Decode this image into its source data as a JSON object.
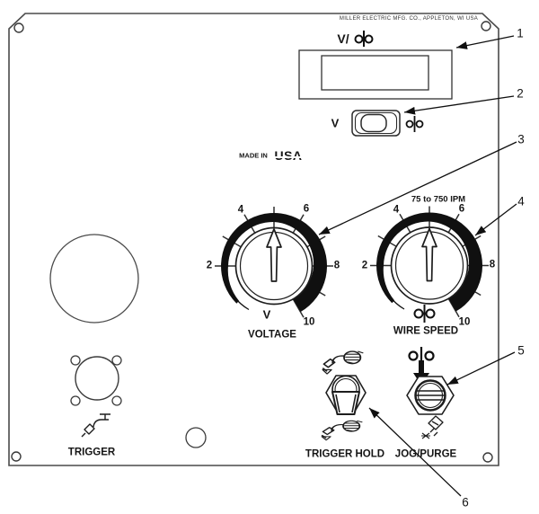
{
  "panel": {
    "brand_text": "MILLER ELECTRIC MFG. CO.,  APPLETON, WI  USA",
    "made_in": "MADE IN",
    "made_in_country": "USA"
  },
  "display": {
    "prefix": "V/",
    "symbol_icon": "wire-feed"
  },
  "selector_switch": {
    "left_label": "V",
    "right_symbol_icon": "wire-feed"
  },
  "knobs": {
    "voltage": {
      "label": "VOLTAGE",
      "unit": "V",
      "scale": [
        "2",
        "4",
        "6",
        "8",
        "10"
      ]
    },
    "wire_speed": {
      "label": "WIRE SPEED",
      "range_label": "75 to 750 IPM",
      "unit_icon": "wire-feed",
      "scale": [
        "2",
        "4",
        "6",
        "8",
        "10"
      ]
    }
  },
  "labels": {
    "trigger": "TRIGGER",
    "trigger_hold": "TRIGGER HOLD",
    "jog_purge": "JOG/PURGE"
  },
  "callouts": [
    "1",
    "2",
    "3",
    "4",
    "5",
    "6"
  ],
  "icons": [
    "wire-feed-icon",
    "torch-trigger-icon",
    "torch-hold-icon",
    "gas-purge-icon",
    "down-arrow-icon"
  ],
  "colors": {
    "line": "#2f2f2f",
    "fill_black": "#101010",
    "background": "#ffffff"
  }
}
